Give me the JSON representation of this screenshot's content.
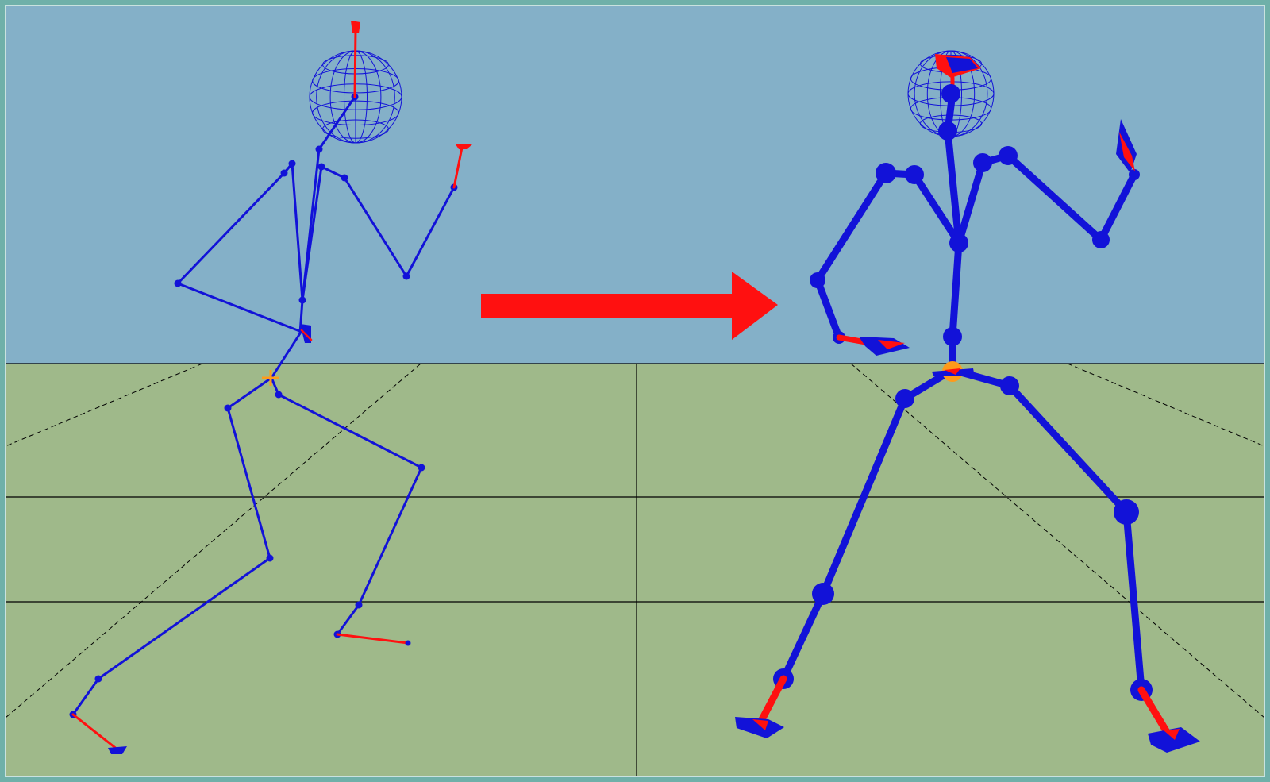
{
  "colors": {
    "sky": "#84b0c8",
    "ground": "#9fb98a",
    "skeleton": "#1212d8",
    "segment_highlight": "#ff1010",
    "root_marker": "#ff9a1a",
    "arrow": "#ff1010",
    "grid_solid": "#000000",
    "grid_dashed": "#000000",
    "frame": "#6fb0a9"
  },
  "scene": {
    "view": "3d-viewport",
    "grid": true,
    "figures": [
      {
        "name": "source-skeleton",
        "style": "thin-lines",
        "head": "wireframe-sphere"
      },
      {
        "name": "target-skeleton",
        "style": "thick-lines-with-joints",
        "head": "wireframe-sphere"
      }
    ],
    "arrow": {
      "direction": "right",
      "icon": "arrow-right-icon"
    }
  }
}
